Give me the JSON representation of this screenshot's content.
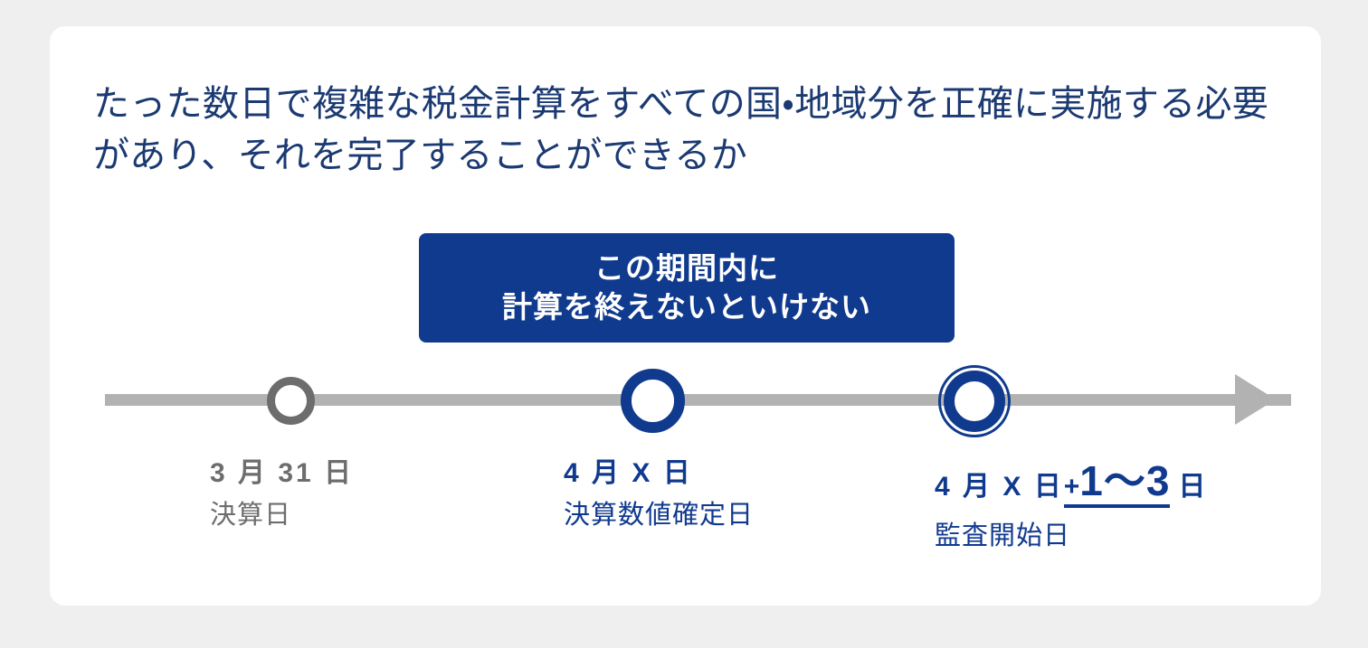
{
  "theme": {
    "page_background": "#efefef",
    "card_background": "#ffffff",
    "navy": "#103a8e",
    "heading_navy": "#1b3a72",
    "gray": "#6d6d6d",
    "axis_gray": "#b2b2b2"
  },
  "heading": {
    "text": "たった数日で複雑な税金計算をすべての国・地域分を正確に実施する必要があり、それを完了することができるか"
  },
  "callout": {
    "line1": "この期間内に",
    "line2": "計算を終えないといけない"
  },
  "timeline": {
    "arrow_direction": "right",
    "markers": [
      {
        "id": "marker-fiscal-close",
        "date": "3 月 31 日",
        "caption": "決算日",
        "color": "#6d6d6d",
        "style": "single-ring"
      },
      {
        "id": "marker-figures-fixed",
        "date": "4 月 X 日",
        "caption": "決算数値確定日",
        "color": "#103a8e",
        "style": "single-ring"
      },
      {
        "id": "marker-audit-start",
        "date_prefix": "4 月 X 日",
        "emphasis_plus": "+",
        "emphasis_value": "1〜3",
        "date_unit": "日",
        "caption": "監査開始日",
        "color": "#103a8e",
        "style": "double-ring"
      }
    ]
  }
}
